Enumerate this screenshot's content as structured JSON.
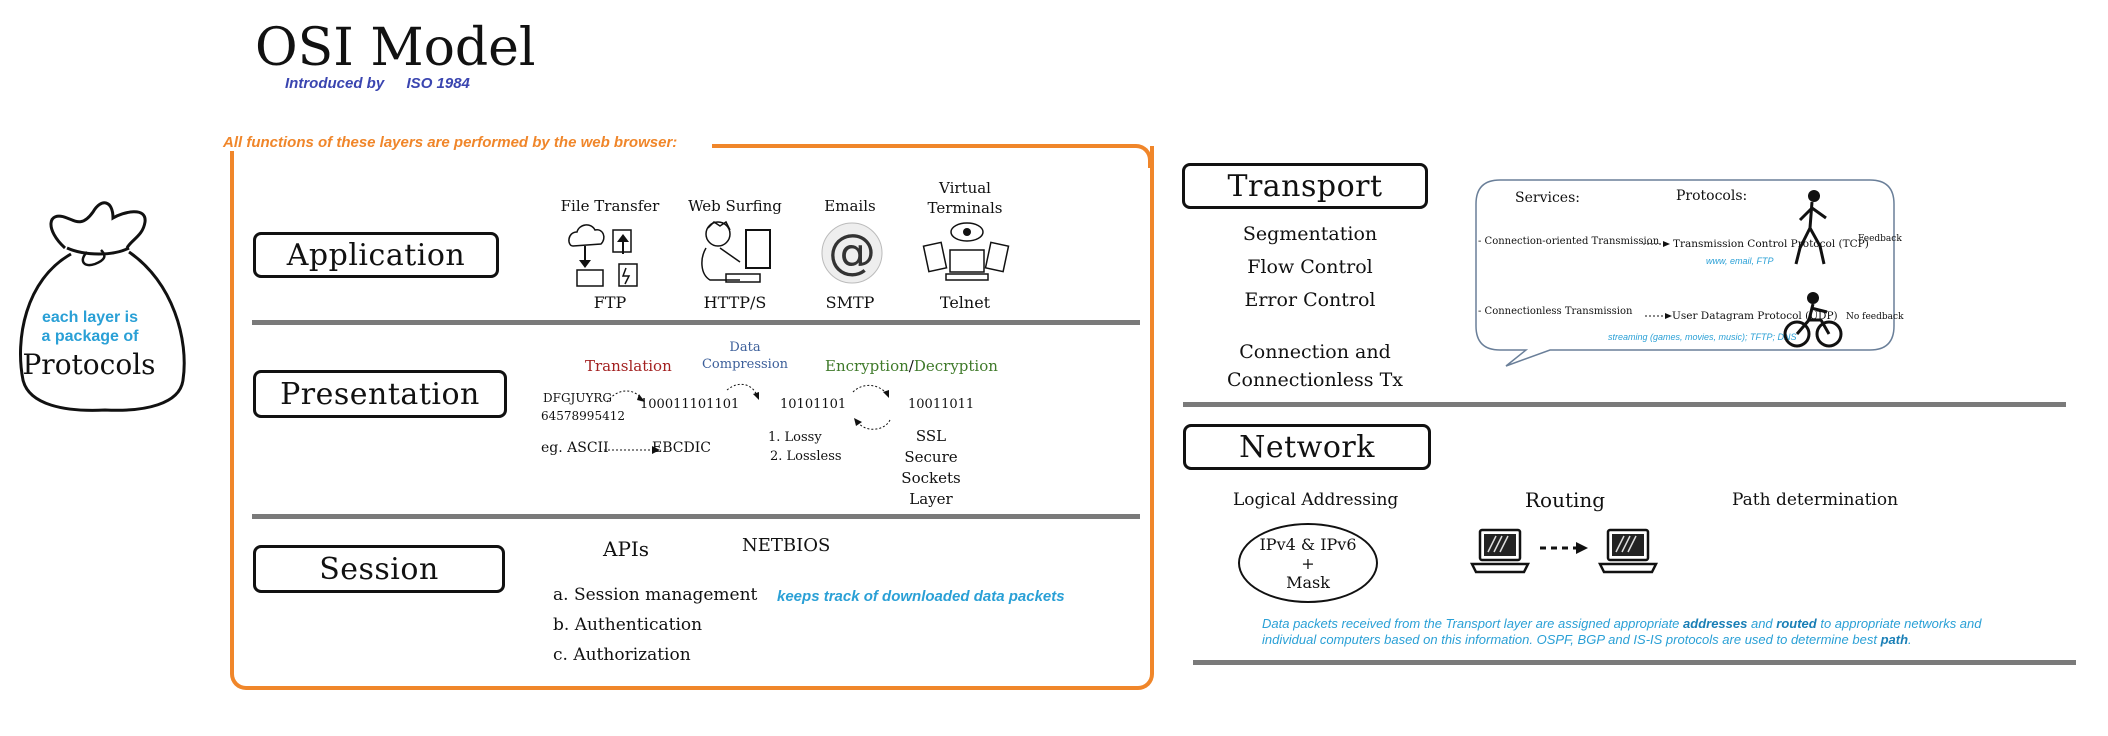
{
  "title": "OSI Model",
  "subtitle_a": "Introduced by",
  "subtitle_b": "ISO 1984",
  "browser_note": "All functions of these layers are performed by the web browser:",
  "bag": {
    "line1": "each layer is",
    "line2": "a package of",
    "line3": "Protocols"
  },
  "application": {
    "label": "Application",
    "services": [
      {
        "name": "File Transfer",
        "protocol": "FTP",
        "icon": "file-transfer-icon"
      },
      {
        "name": "Web Surfing",
        "protocol": "HTTP/S",
        "icon": "web-surfing-icon"
      },
      {
        "name": "Emails",
        "protocol": "SMTP",
        "icon": "email-at-icon"
      },
      {
        "name_line1": "Virtual",
        "name_line2": "Terminals",
        "protocol": "Telnet",
        "icon": "virtual-terminal-icon"
      }
    ]
  },
  "presentation": {
    "label": "Presentation",
    "translation": "Translation",
    "data_compression_1": "Data",
    "data_compression_2": "Compression",
    "encryption": "Encryption",
    "slash": "/",
    "decryption": "Decryption",
    "sample_text": "DFGJUYRG",
    "sample_number": "64578995412",
    "binary1": "100011101101",
    "binary2": "10101101",
    "binary3": "10011011",
    "ascii": "eg. ASCII",
    "ebcdic": "EBCDIC",
    "lossy": "1. Lossy",
    "lossless": "2. Lossless",
    "ssl": [
      "SSL",
      "Secure",
      "Sockets",
      "Layer"
    ]
  },
  "session": {
    "label": "Session",
    "apis": "APIs",
    "netbios": "NETBIOS",
    "items": [
      "a. Session management",
      "b. Authentication",
      "c. Authorization"
    ],
    "note": "keeps track of downloaded data packets"
  },
  "transport": {
    "label": "Transport",
    "functions": [
      "Segmentation",
      "Flow Control",
      "Error Control"
    ],
    "conn_line1": "Connection and",
    "conn_line2": "Connectionless Tx",
    "bubble": {
      "services_header": "Services:",
      "protocols_header": "Protocols:",
      "row1_service": "- Connection-oriented Transmission",
      "row1_protocol": "Transmission Control Protocol (TCP)",
      "row1_examples": "www, email, FTP",
      "row1_tag": "Feedback",
      "row2_service": "- Connectionless Transmission",
      "row2_protocol": "User Datagram Protocol (UDP)",
      "row2_examples": "streaming (games, movies, music); TFTP; DNS",
      "row2_tag": "No feedback"
    }
  },
  "network": {
    "label": "Network",
    "logical_addressing": "Logical Addressing",
    "routing": "Routing",
    "path_determination": "Path determination",
    "ip_line1": "IPv4 & IPv6",
    "ip_line2": "+",
    "ip_line3": "Mask",
    "desc_1": "Data packets received from the Transport layer are assigned appropriate ",
    "desc_bold1": "addresses",
    "desc_2": " and ",
    "desc_bold2": "routed",
    "desc_3": " to appropriate networks and",
    "desc_4": "individual computers based on this information. OSPF, BGP and IS-IS protocols are used to determine best ",
    "desc_bold3": "path",
    "desc_5": "."
  },
  "colors": {
    "orange": "#f0862a",
    "blue_title": "#3a45b0",
    "light_blue": "#2aa0d6",
    "translation_red": "#a32020",
    "compression_blue": "#3c5f9a",
    "encryption_green": "#3f7a2a"
  }
}
